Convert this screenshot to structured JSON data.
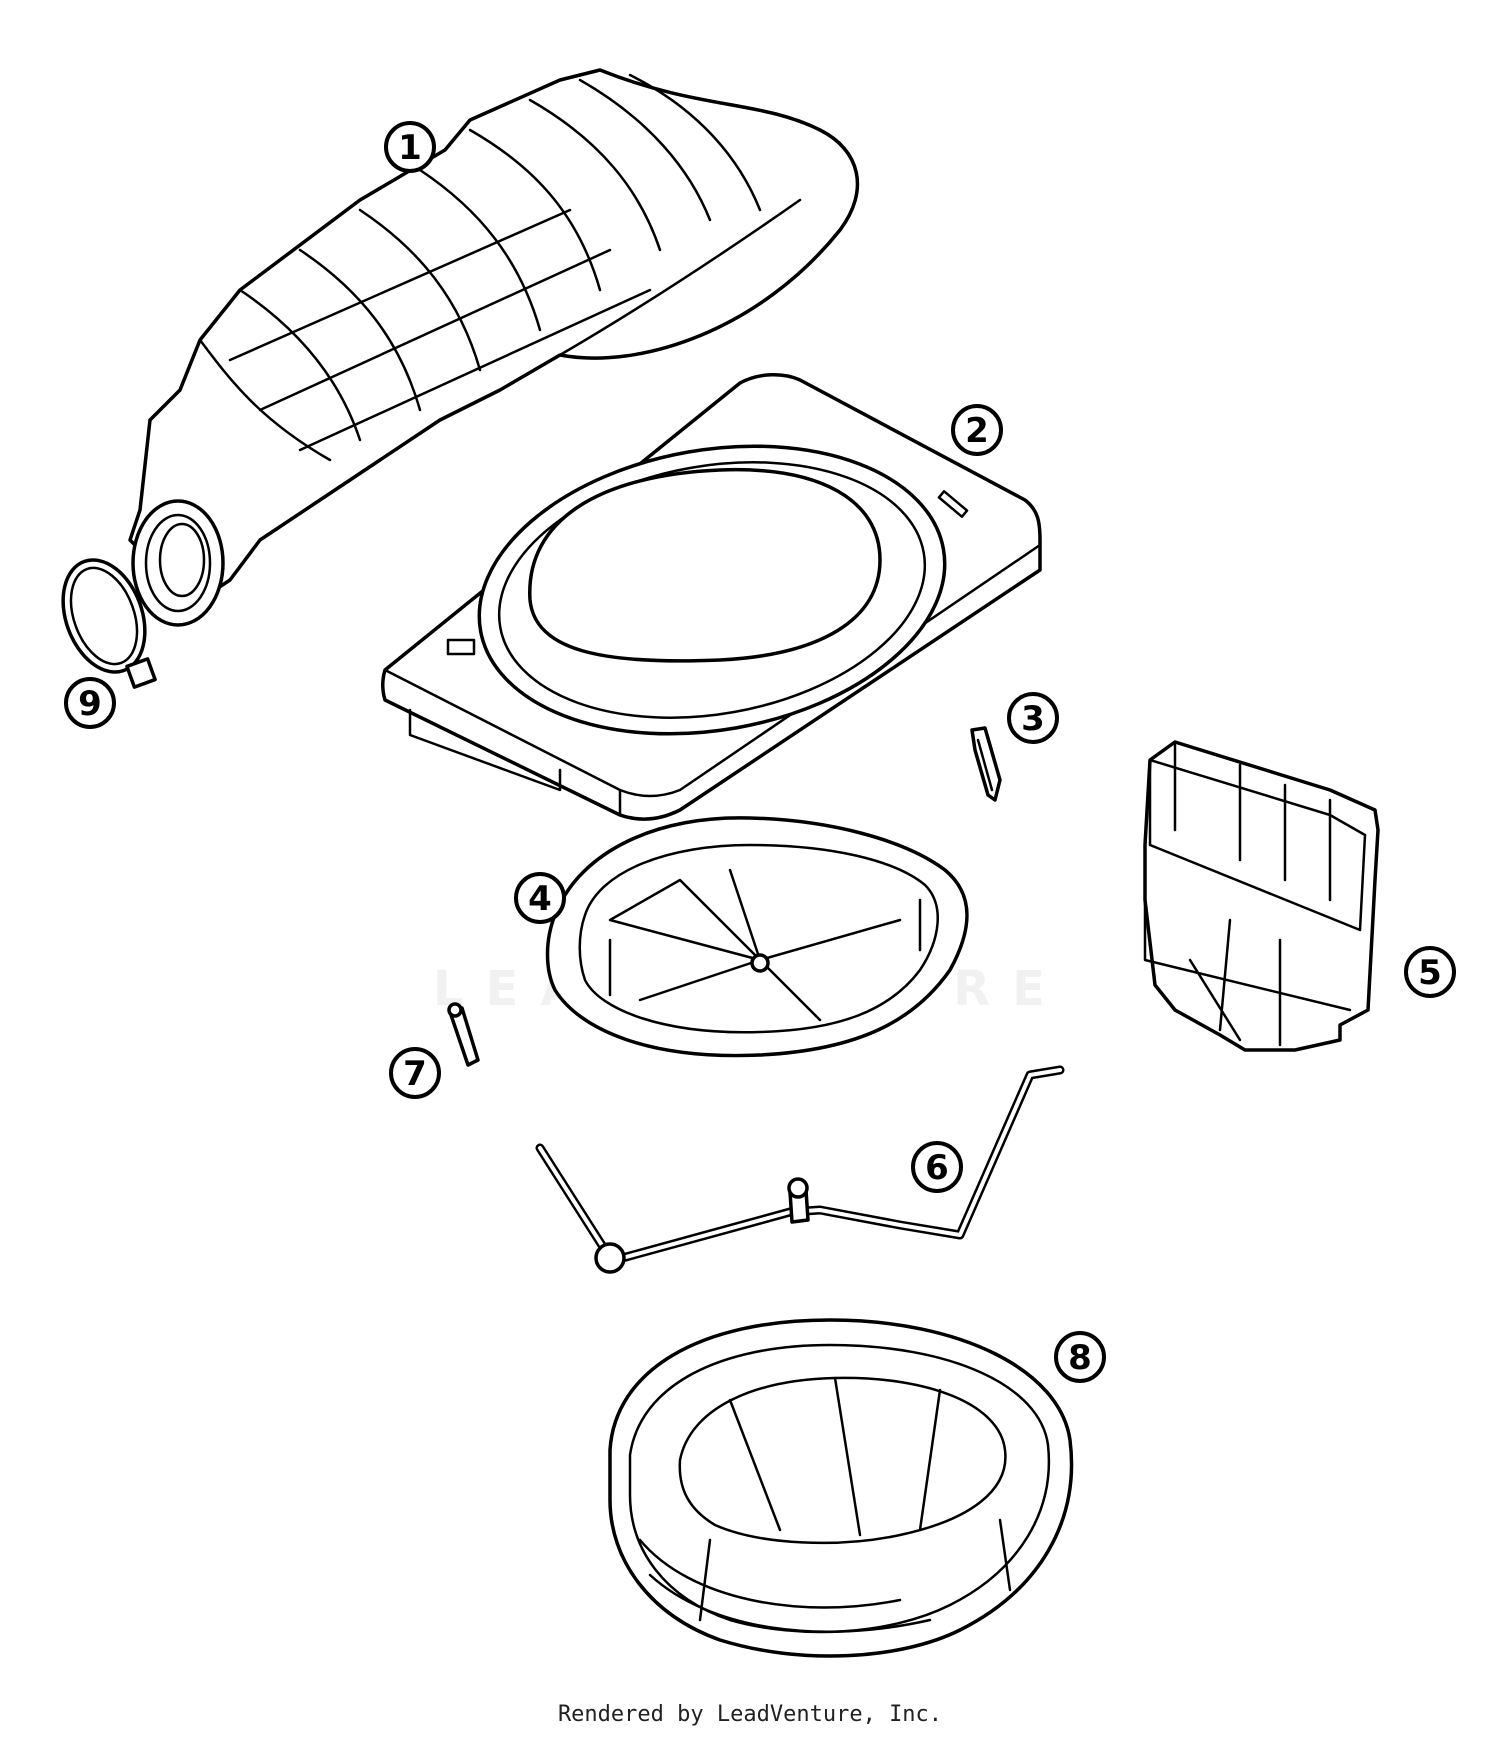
{
  "diagram": {
    "callouts": [
      {
        "id": "1",
        "label": "1"
      },
      {
        "id": "2",
        "label": "2"
      },
      {
        "id": "3",
        "label": "3"
      },
      {
        "id": "4",
        "label": "4"
      },
      {
        "id": "5",
        "label": "5"
      },
      {
        "id": "6",
        "label": "6"
      },
      {
        "id": "7",
        "label": "7"
      },
      {
        "id": "8",
        "label": "8"
      },
      {
        "id": "9",
        "label": "9"
      }
    ],
    "watermark": "LEADVENTURE"
  },
  "footer": {
    "text": "Rendered by LeadVenture, Inc."
  }
}
